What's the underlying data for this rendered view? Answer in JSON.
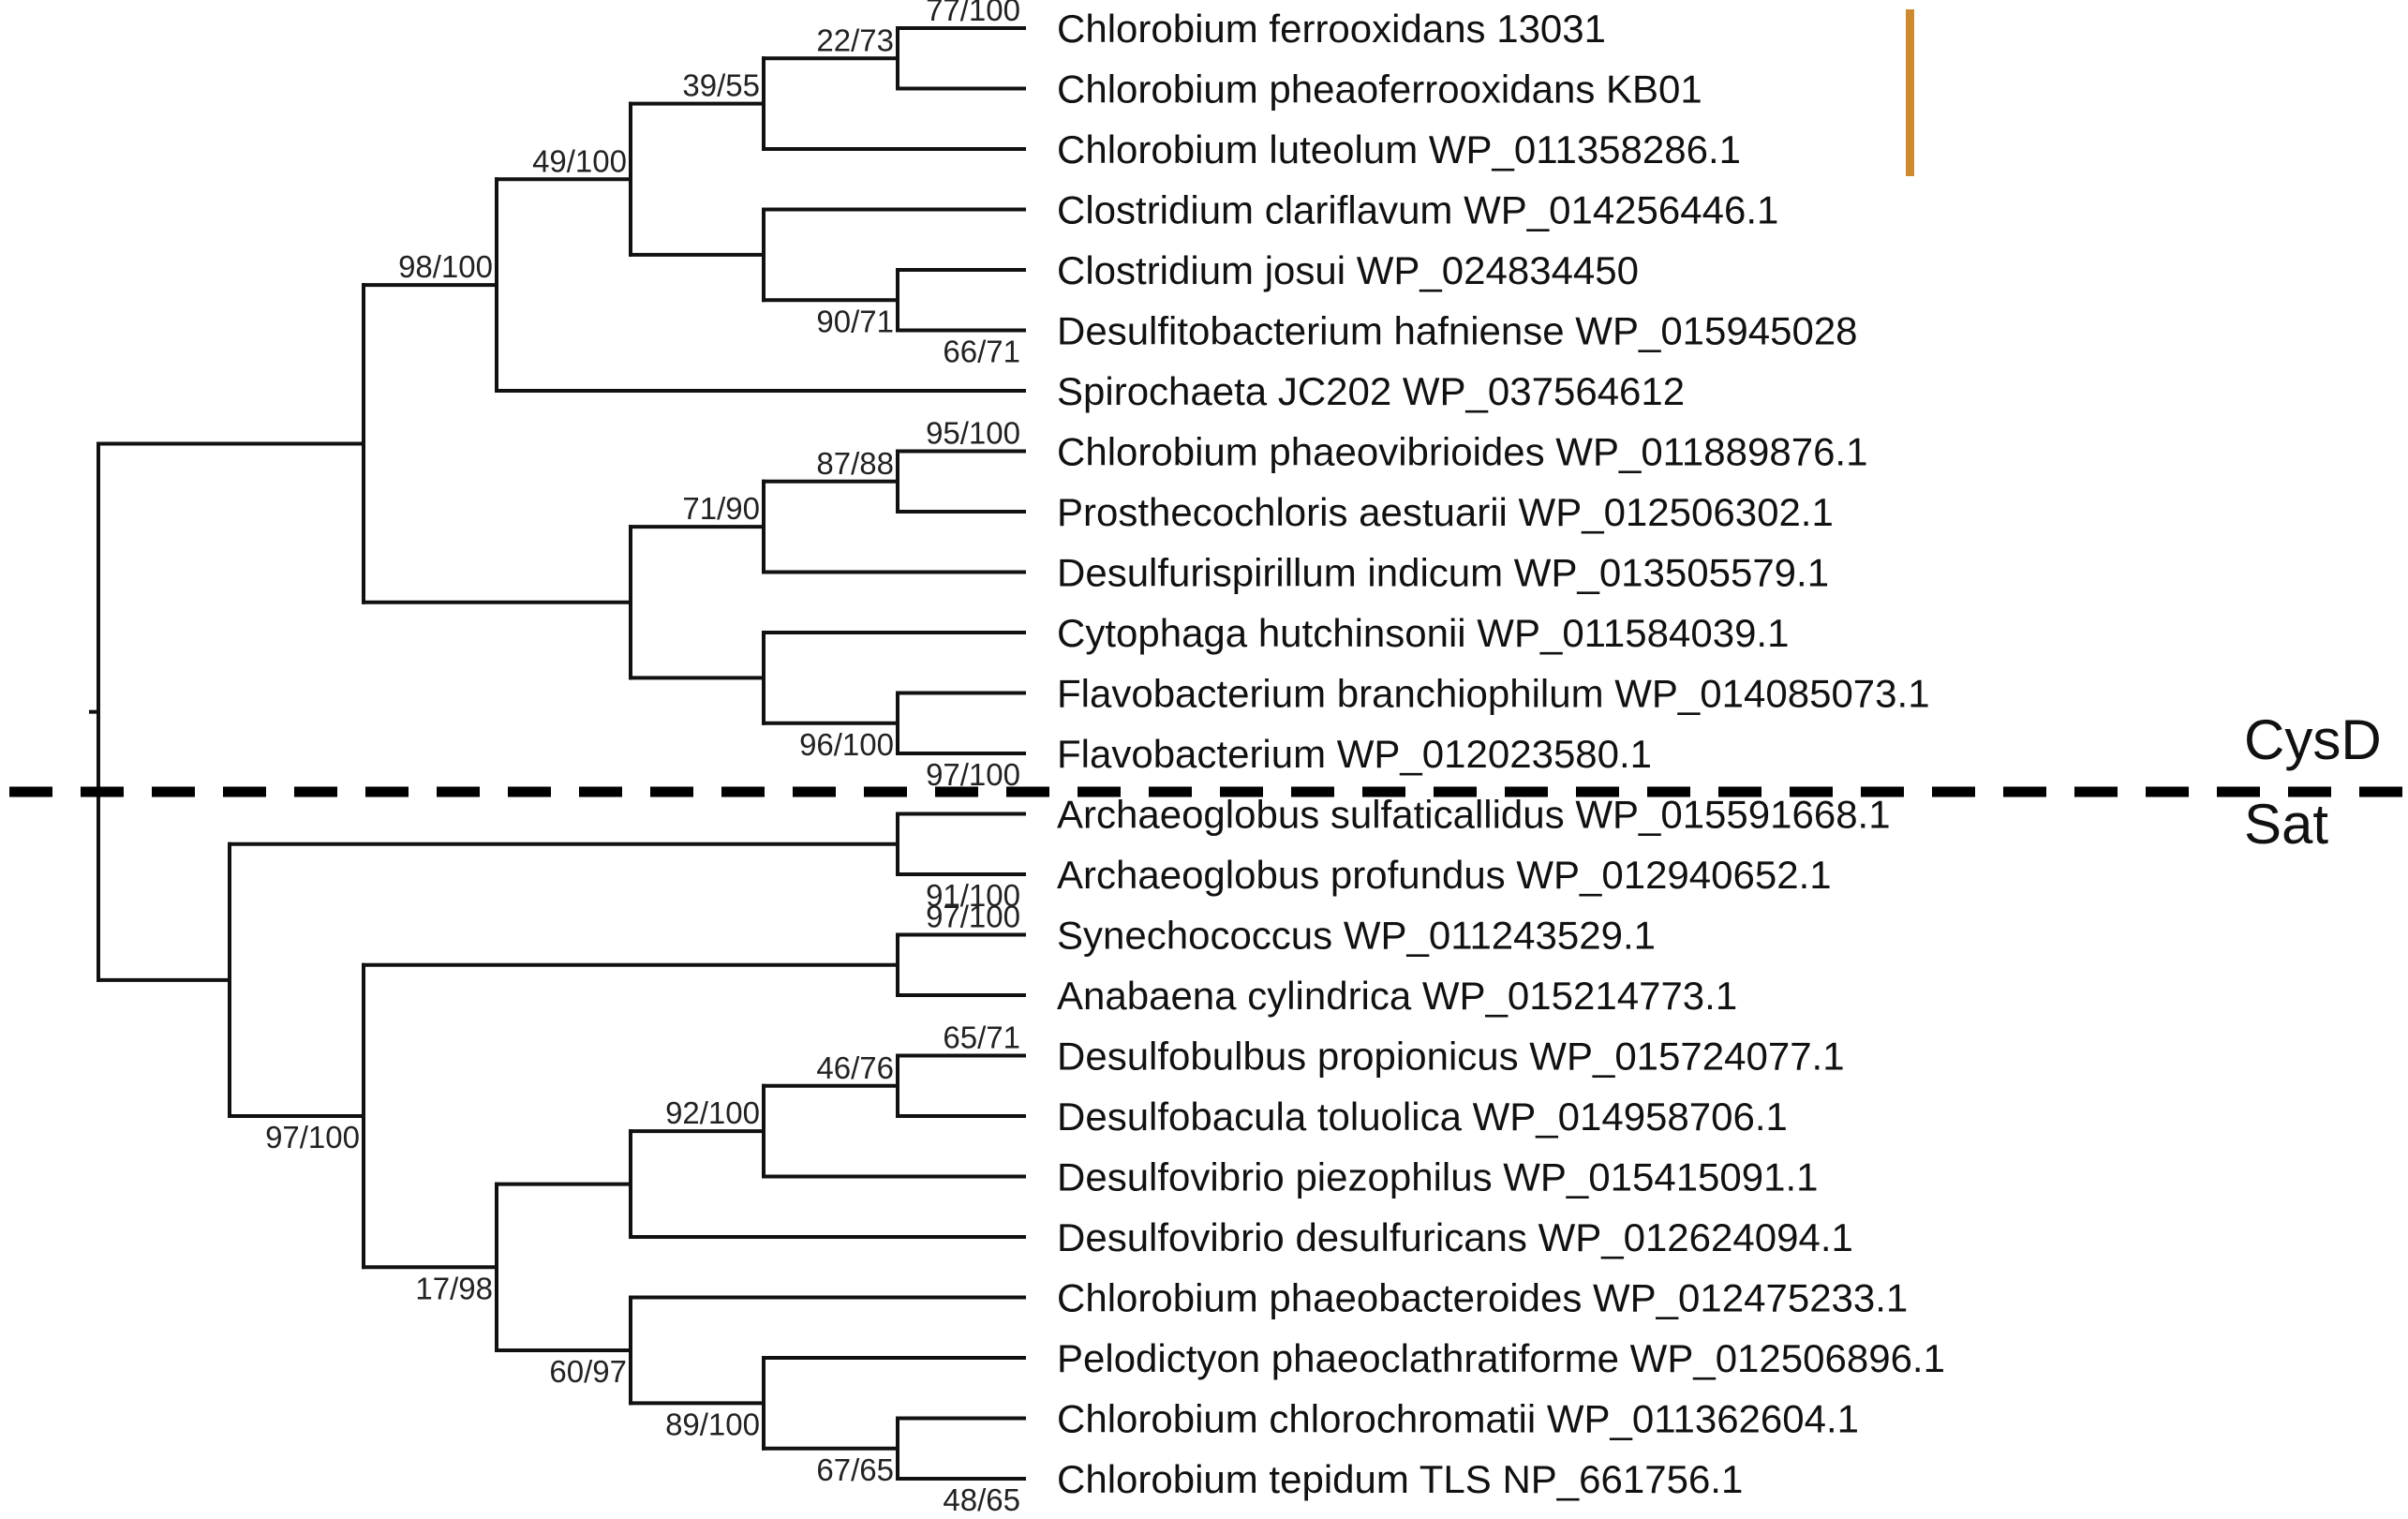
{
  "leaves": [
    "Chlorobium ferrooxidans 13031",
    "Chlorobium pheaoferrooxidans KB01",
    "Chlorobium luteolum WP_011358286.1",
    "Clostridium clariflavum WP_014256446.1",
    "Clostridium josui WP_024834450",
    "Desulfitobacterium hafniense WP_015945028",
    "Spirochaeta JC202 WP_037564612",
    "Chlorobium phaeovibrioides WP_011889876.1",
    "Prosthecochloris aestuarii WP_012506302.1",
    "Desulfurispirillum indicum WP_013505579.1",
    "Cytophaga hutchinsonii WP_011584039.1",
    "Flavobacterium branchiophilum WP_014085073.1",
    "Flavobacterium WP_012023580.1",
    "Archaeoglobus sulfaticallidus WP_015591668.1",
    "Archaeoglobus profundus WP_012940652.1",
    "Synechococcus WP_011243529.1",
    "Anabaena cylindrica WP_015214773.1",
    "Desulfobulbus propionicus WP_015724077.1",
    "Desulfobacula toluolica WP_014958706.1",
    "Desulfovibrio piezophilus WP_015415091.1",
    "Desulfovibrio desulfuricans WP_012624094.1",
    "Chlorobium phaeobacteroides WP_012475233.1",
    "Pelodictyon phaeoclathratiforme WP_012506896.1",
    "Chlorobium chlorochromatii WP_011362604.1",
    "Chlorobium tepidum TLS NP_661756.1"
  ],
  "nodes": {
    "n1": "77/100",
    "n2": "22/73",
    "n3": "66/71",
    "n4": "90/71",
    "n5": "39/55",
    "n6": "49/100",
    "n7": "95/100",
    "n8": "87/88",
    "n9": "97/100",
    "n10": "96/100",
    "n11": "71/90",
    "n12": "98/100",
    "n13": "91/100",
    "n14": "97/100",
    "n15": "65/71",
    "n16": "46/76",
    "n17": "92/100",
    "n18": "48/65",
    "n19": "67/65",
    "n20": "89/100",
    "n21": "60/97",
    "n22": "17/98",
    "n23": "97/100"
  },
  "groups": {
    "upper": "CysD",
    "lower": "Sat"
  },
  "colors": {
    "branch": "#111111",
    "highlight_bar": "#d08a2e",
    "divider": "#000000"
  }
}
